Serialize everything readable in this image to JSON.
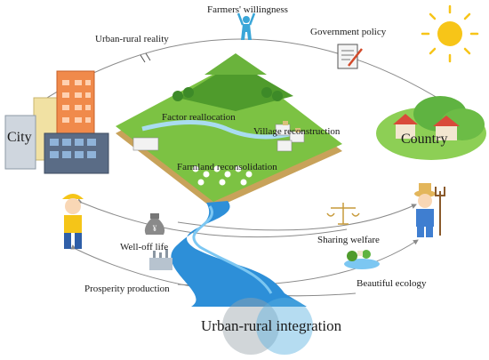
{
  "labels": {
    "farmers_willingness": "Farmers' willingness",
    "urban_rural_reality": "Urban-rural reality",
    "government_policy": "Government policy",
    "city": "City",
    "country": "Country",
    "factor_reallocation": "Factor reallocation",
    "village_reconstruction": "Village reconstruction",
    "farmland_reconsolidation": "Farmland reconsolidation",
    "well_off_life": "Well-off life",
    "sharing_welfare": "Sharing welfare",
    "prosperity_production": "Prosperity production",
    "beautiful_ecology": "Beautiful ecology",
    "urban_rural_integration": "Urban-rural integration",
    "money_bag_mark": "¥"
  },
  "icons": [
    "sun-icon",
    "document-pen-icon",
    "figure-icon",
    "money-bag-icon",
    "scale-icon",
    "factory-icon",
    "worker-icon",
    "farmer-icon",
    "pitchfork-icon"
  ],
  "colors": {
    "river": "#2d8fd8",
    "river_light": "#7cc7f2",
    "grass": "#7cc243",
    "grass_dark": "#4f9b2c",
    "soil": "#c8a25a",
    "sun": "#f7c518",
    "circle_left": "#9aa3ab",
    "circle_right": "#5ab2e0",
    "arc": "#8a8a8a"
  }
}
